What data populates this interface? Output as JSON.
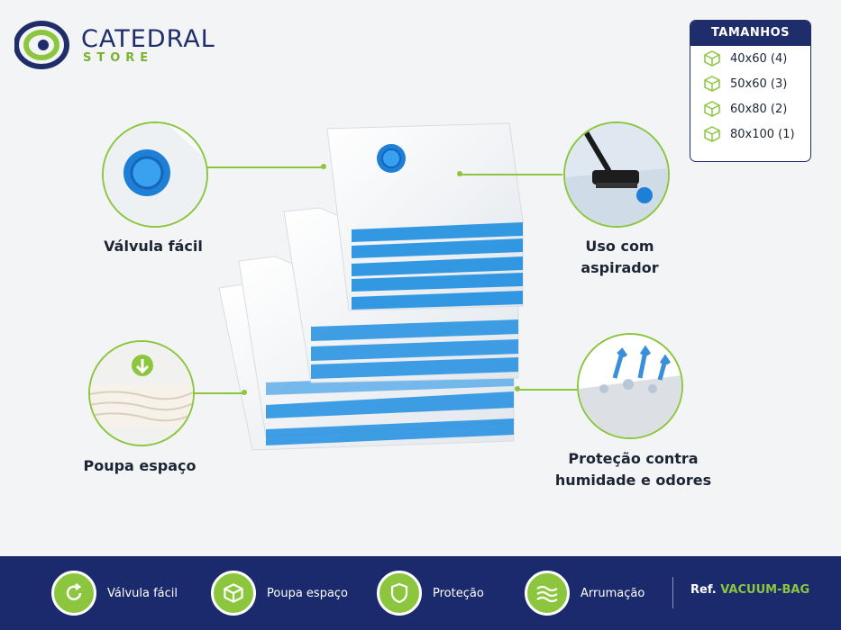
{
  "brand": {
    "name": "CATEDRAL",
    "sub": "STORE"
  },
  "sizes": {
    "title": "TAMANHOS",
    "items": [
      "40x60 (4)",
      "50x60 (3)",
      "60x80 (2)",
      "80x100 (1)"
    ]
  },
  "features": {
    "valve": "Válvula fácil",
    "vacuum": "Uso com aspirador",
    "space": "Poupa espaço",
    "protection_line1": "Proteção contra",
    "protection_line2": "humidade e odores"
  },
  "footer": {
    "items": [
      "Válvula fácil",
      "Poupa espaço",
      "Proteção",
      "Arrumação"
    ],
    "ref_label": "Ref.",
    "ref_value": "VACUUM-BAG"
  },
  "colors": {
    "navy": "#1a2a6c",
    "green": "#8cc63f",
    "blue": "#1e8ee0"
  }
}
